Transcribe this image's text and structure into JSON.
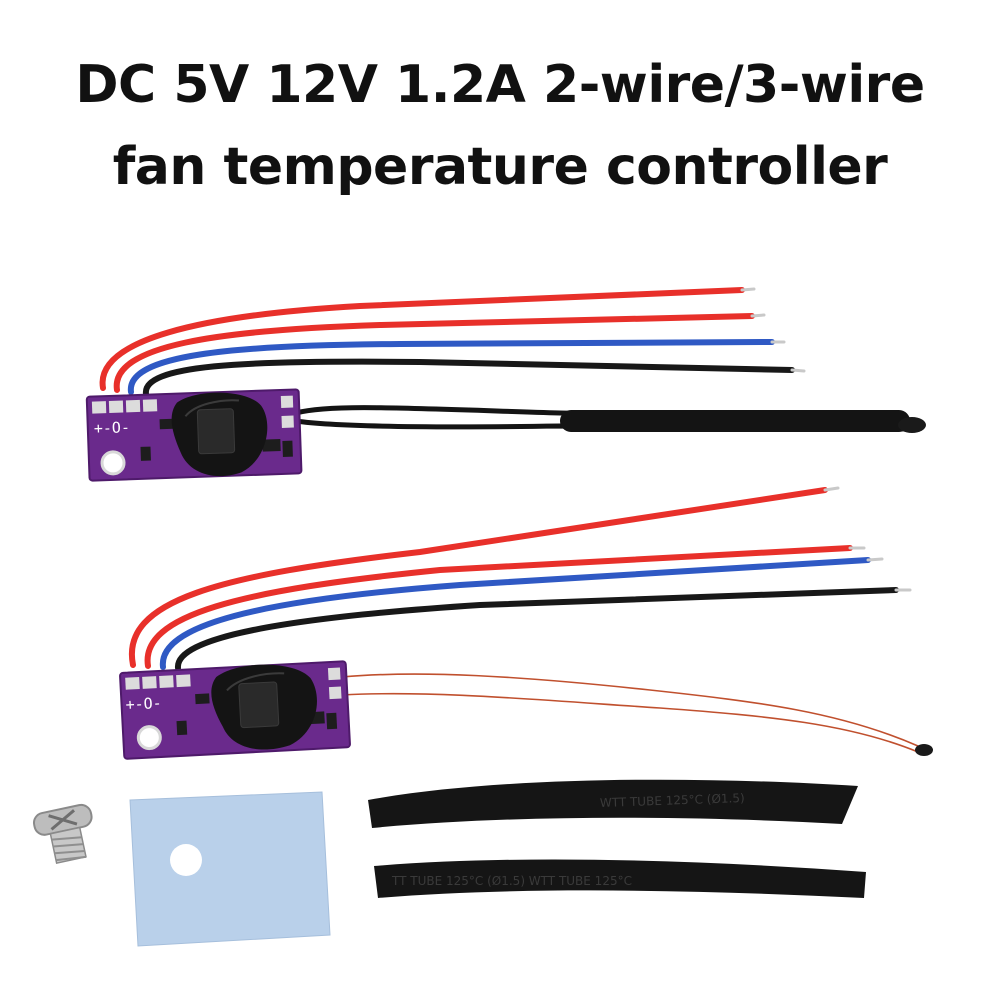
{
  "title": {
    "line1": "DC 5V 12V 1.2A 2-wire/3-wire",
    "line2": "fan temperature controller"
  },
  "board": {
    "silkscreen": "+-O-"
  },
  "heat_shrink": {
    "print_top": "WTT TUBE 125°C (Ø1.5)",
    "print_bottom": "TT TUBE 125°C (Ø1.5) WTT TUBE 125°C"
  },
  "colors": {
    "pcb": "#6a2a8c",
    "pcb_dark": "#4e1a6a",
    "wire_red": "#e8302a",
    "wire_blue": "#2f59c4",
    "wire_black": "#181818",
    "copper": "#c0502e",
    "pad": "#dcdcdc",
    "insulation_pad": "#b9d0ea",
    "tube": "#151515"
  }
}
